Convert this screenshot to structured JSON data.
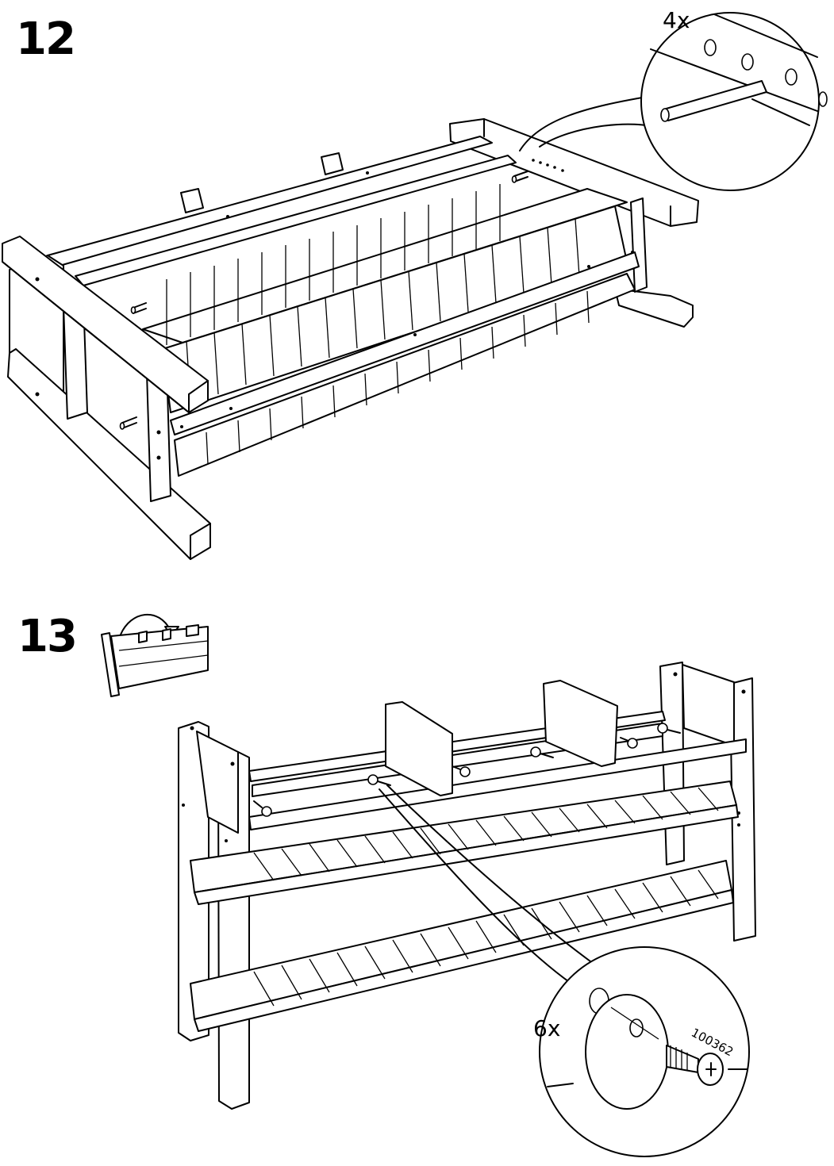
{
  "steps": [
    {
      "number": "12",
      "callout_quantity": "4x"
    },
    {
      "number": "13",
      "callout_quantity": "6x",
      "part_number": "100362"
    }
  ]
}
